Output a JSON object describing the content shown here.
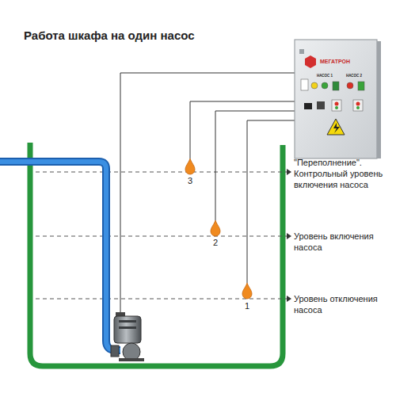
{
  "diagram": {
    "title": "Работа шкафа на один насос",
    "labels": [
      "МЕГАТРОН",
      "НАСОС 1",
      "НАСОС 2",
      "3",
      "2",
      "1",
      "\"Переполнение\". Контрольный уровень включения насоса",
      "Уровень включения насоса",
      "Уровень отключения насоса"
    ]
  }
}
